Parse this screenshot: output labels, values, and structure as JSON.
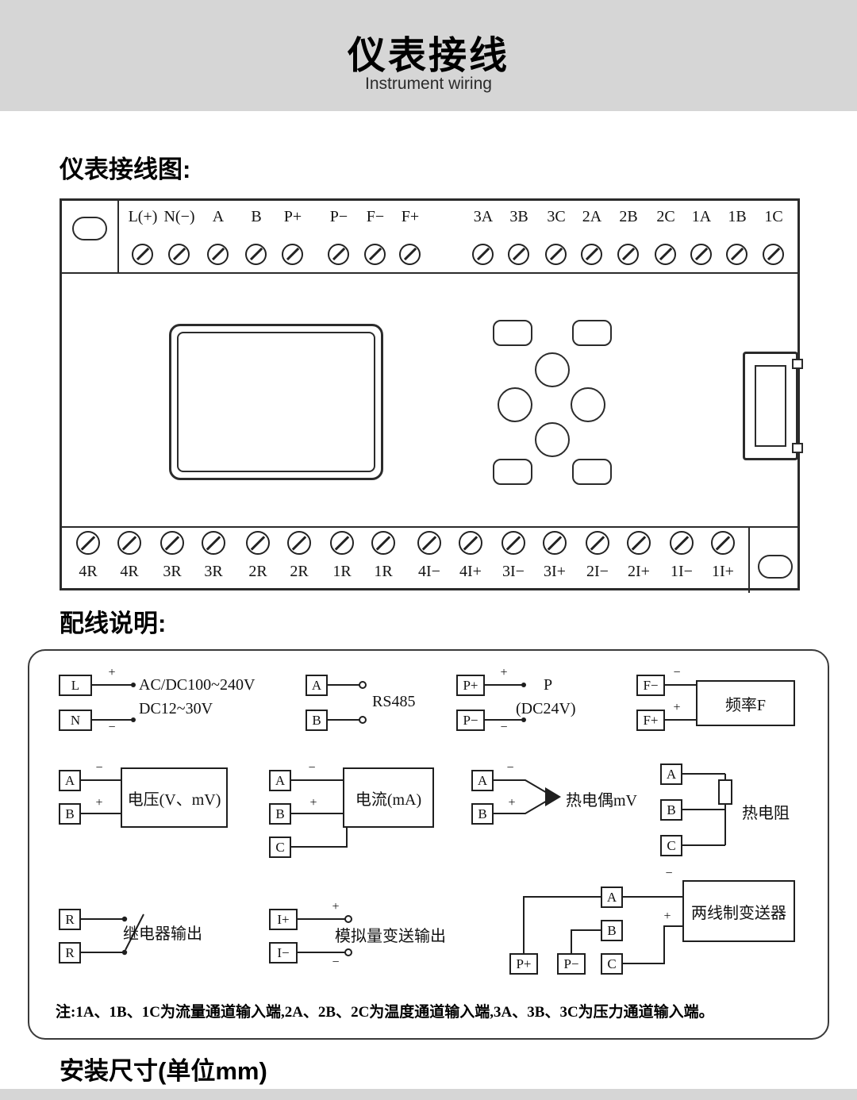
{
  "colors": {
    "banner_gray": "#d6d6d6",
    "line_black": "#1f1f1f"
  },
  "signs": {
    "plus": "+",
    "minus": "−"
  },
  "header": {
    "title": "仪表接线",
    "subtitle": "Instrument wiring"
  },
  "section_titles": {
    "diagram": "仪表接线图:",
    "wiring": "配线说明:",
    "install": "安装尺寸(单位mm)"
  },
  "diagram": {
    "top_terminals": [
      "L(+)",
      "N(−)",
      "A",
      "B",
      "P+",
      "P−",
      "F−",
      "F+",
      "3A",
      "3B",
      "3C",
      "2A",
      "2B",
      "2C",
      "1A",
      "1B",
      "1C"
    ],
    "bottom_terminals": [
      "4R",
      "4R",
      "3R",
      "3R",
      "2R",
      "2R",
      "1R",
      "1R",
      "4I−",
      "4I+",
      "3I−",
      "3I+",
      "2I−",
      "2I+",
      "1I−",
      "1I+"
    ]
  },
  "wiring": {
    "power": {
      "terminals": [
        "L",
        "N"
      ],
      "line1": "AC/DC100~240V",
      "line2": "DC12~30V"
    },
    "rs485": {
      "terminals": [
        "A",
        "B"
      ],
      "label": "RS485"
    },
    "p_supply": {
      "terminals": [
        "P+",
        "P−"
      ],
      "line1": "P",
      "line2": "(DC24V)"
    },
    "frequency": {
      "terminals": [
        "F−",
        "F+"
      ],
      "label": "频率F"
    },
    "voltage": {
      "terminals": [
        "A",
        "B"
      ],
      "label": "电压(V、mV)"
    },
    "current": {
      "terminals": [
        "A",
        "B",
        "C"
      ],
      "label": "电流(mA)"
    },
    "thermocouple": {
      "terminals": [
        "A",
        "B"
      ],
      "label": "热电偶mV"
    },
    "rtd": {
      "terminals": [
        "A",
        "B",
        "C"
      ],
      "label": "热电阻"
    },
    "relay": {
      "terminals": [
        "R",
        "R"
      ],
      "label": "继电器输出"
    },
    "analog_out": {
      "terminals": [
        "I+",
        "I−"
      ],
      "label": "模拟量变送输出"
    },
    "transmitter": {
      "supply_terminals": [
        "P+",
        "P−"
      ],
      "terminals": [
        "A",
        "B",
        "C"
      ],
      "label": "两线制变送器"
    }
  },
  "note": "注:1A、1B、1C为流量通道输入端,2A、2B、2C为温度通道输入端,3A、3B、3C为压力通道输入端。"
}
